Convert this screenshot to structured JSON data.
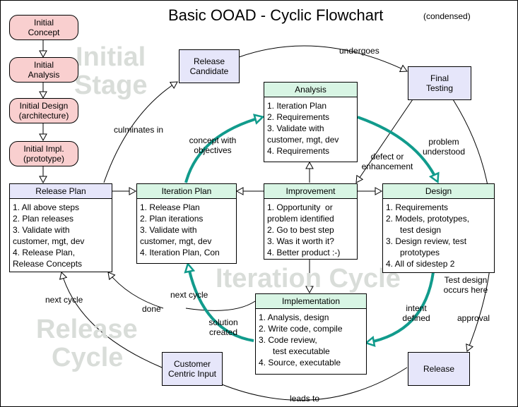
{
  "title": "Basic OOAD - Cyclic Flowchart",
  "subtitle": "(condensed)",
  "watermarks": {
    "initial_stage": [
      "Initial",
      "Stage"
    ],
    "iteration_cycle": "Iteration Cycle",
    "release_cycle": [
      "Release",
      "Cycle"
    ]
  },
  "initial_steps": [
    [
      "Initial",
      "Concept"
    ],
    [
      "Initial",
      "Analysis"
    ],
    [
      "Initial Design",
      "(architecture)"
    ],
    [
      "Initial Impl.",
      "(prototype)"
    ]
  ],
  "nodes": {
    "release_candidate": [
      "Release",
      "Candidate"
    ],
    "final_testing": [
      "Final",
      "Testing"
    ],
    "customer_input": [
      "Customer",
      "Centric Input"
    ],
    "release": [
      "Release"
    ]
  },
  "boxes": {
    "analysis": {
      "title": "Analysis",
      "items": [
        "1. Iteration Plan",
        "2. Requirements",
        "3. Validate with",
        "customer, mgt, dev",
        "4. Requirements"
      ]
    },
    "release_plan": {
      "title": "Release Plan",
      "items": [
        "1. All above steps",
        "2. Plan releases",
        "3. Validate with",
        "customer, mgt, dev",
        "4. Release Plan,",
        "Release Concepts"
      ]
    },
    "iteration_plan": {
      "title": "Iteration Plan",
      "items": [
        "1. Release Plan",
        "2. Plan iterations",
        "3. Validate with",
        "customer, mgt, dev",
        "4. Iteration Plan, Con"
      ]
    },
    "improvement": {
      "title": "Improvement",
      "items": [
        "1. Opportunity  or",
        "problem identified",
        "2. Go to best step",
        "3. Was it worth it?",
        "4. Better product :-)"
      ]
    },
    "design": {
      "title": "Design",
      "items": [
        "1. Requirements",
        "2. Models, prototypes,",
        "      test design",
        "3. Design review, test",
        "      prototypes",
        "4. All of sidestep 2"
      ]
    },
    "implementation": {
      "title": "Implementation",
      "items": [
        "1. Analysis, design",
        "2. Write code, compile",
        "3. Code review,",
        "      test executable",
        "4. Source, executable"
      ]
    }
  },
  "labels": {
    "undergoes": "undergoes",
    "culminates_in": "culminates in",
    "concept_with_objectives": [
      "concept with",
      "objectives"
    ],
    "problem_understood": [
      "problem",
      "understood"
    ],
    "defect_or_enhancement": [
      "defect or",
      "enhancement"
    ],
    "test_design": [
      "Test design",
      "occurs here"
    ],
    "intent_defined": [
      "intent",
      "defined"
    ],
    "approval": "approval",
    "next_cycle_inner": "next cycle",
    "done": "done",
    "solution_created": [
      "solution",
      "created"
    ],
    "next_cycle_outer": "next cycle",
    "leads_to": "leads to"
  },
  "colors": {
    "pink": "#f9cfcf",
    "lavender": "#e6e6fa",
    "mint": "#d8f5e4",
    "teal_arrow": "#119b8c",
    "watermark": "#d9ddd9"
  }
}
